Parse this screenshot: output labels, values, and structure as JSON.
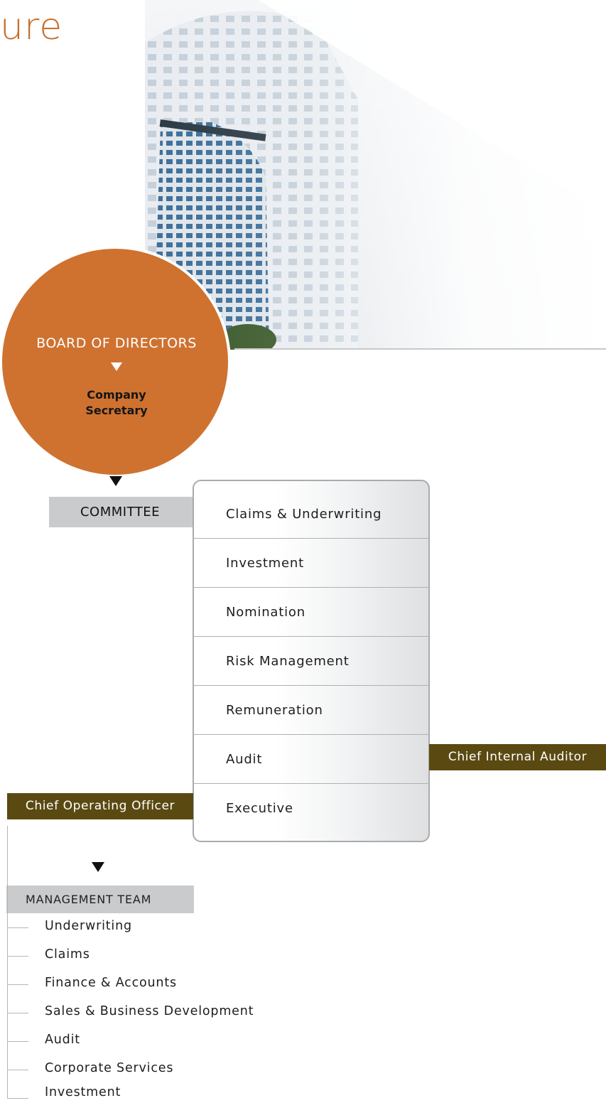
{
  "header": {
    "title_fragment": "ure"
  },
  "board": {
    "label": "BOARD OF DIRECTORS",
    "secretary_line1": "Company",
    "secretary_line2": "Secretary"
  },
  "committee": {
    "label": "COMMITTEE",
    "items": [
      "Claims & Underwriting",
      "Investment",
      "Nomination",
      "Risk Management",
      "Remuneration",
      "Audit",
      "Executive"
    ]
  },
  "roles": {
    "chief_internal_auditor": "Chief Internal Auditor",
    "chief_operating_officer": "Chief Operating Officer"
  },
  "management": {
    "label": "MANAGEMENT TEAM",
    "items": [
      "Underwriting",
      "Claims",
      "Finance & Accounts",
      "Sales & Business Development",
      "Audit",
      "Corporate Services",
      "Investment"
    ]
  },
  "colors": {
    "accent_orange": "#cf7230",
    "role_brown": "#5a4a12",
    "grey_bar": "#c9cbcd"
  }
}
